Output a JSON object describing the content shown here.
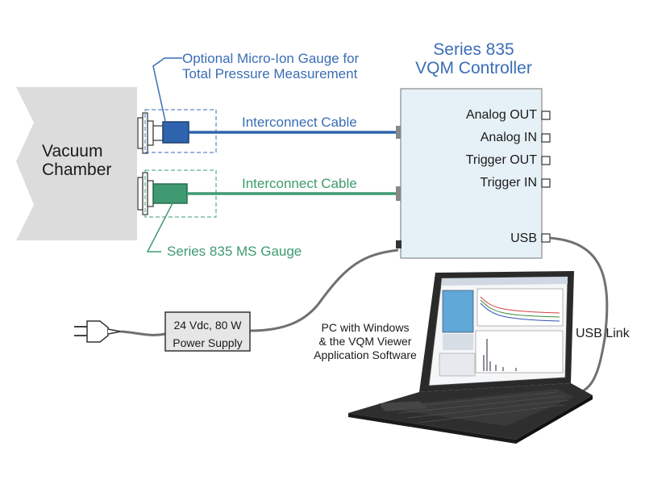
{
  "chamber": {
    "line1": "Vacuum",
    "line2": "Chamber"
  },
  "controller": {
    "title_line1": "Series 835",
    "title_line2": "VQM Controller",
    "ports": [
      "Analog OUT",
      "Analog IN",
      "Trigger OUT",
      "Trigger IN"
    ],
    "usb_label": "USB"
  },
  "micro_ion": {
    "line1": "Optional Micro-Ion Gauge for",
    "line2": "Total Pressure Measurement"
  },
  "ms_gauge": {
    "label": "Series 835 MS Gauge"
  },
  "cable_top": {
    "label": "Interconnect Cable"
  },
  "cable_bottom": {
    "label": "Interconnect Cable"
  },
  "power_supply": {
    "line1": "24 Vdc, 80 W",
    "line2": "Power Supply"
  },
  "pc": {
    "line1": "PC with Windows",
    "line2": "& the VQM Viewer",
    "line3": "Application Software"
  },
  "usb_link": {
    "label": "USB Link"
  },
  "colors": {
    "blue": "#3a6db5",
    "green": "#3e9a6e",
    "controller_fill": "#e6f1f7",
    "chamber_fill": "#dcdcdc"
  }
}
